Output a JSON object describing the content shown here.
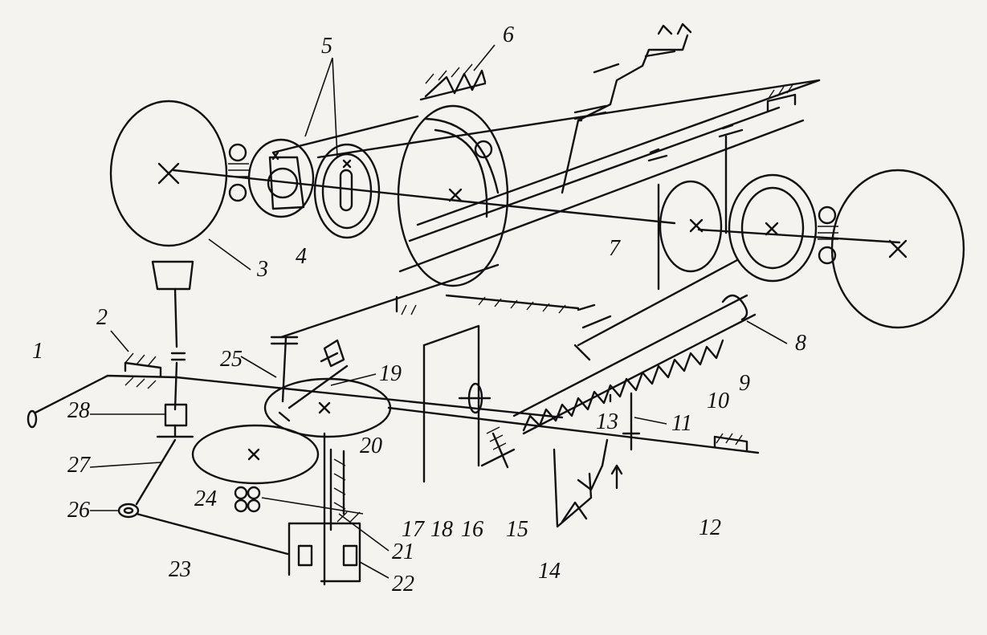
{
  "labels": {
    "l1": "1",
    "l2": "2",
    "l3": "3",
    "l4": "4",
    "l5": "5",
    "l6": "6",
    "l7": "7",
    "l8": "8",
    "l9": "9",
    "l10": "10",
    "l11": "11",
    "l12": "12",
    "l13": "13",
    "l14": "14",
    "l15": "15",
    "l16": "16",
    "l17": "17",
    "l18": "18",
    "l19": "19",
    "l20": "20",
    "l21": "21",
    "l22": "22",
    "l23": "23",
    "l24": "24",
    "l25": "25",
    "l26": "26",
    "l27": "27",
    "l28": "28"
  }
}
